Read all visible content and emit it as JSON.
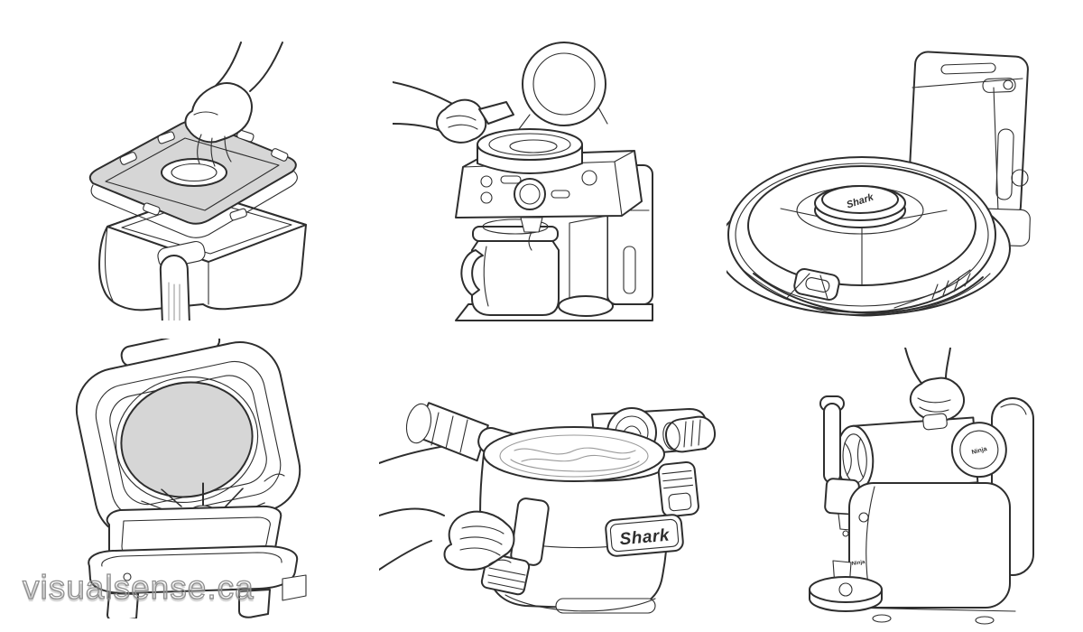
{
  "canvas": {
    "background": "#ffffff",
    "line_color": "#2e2e2e",
    "plate_gray": "#d6d6d6"
  },
  "watermark": {
    "text": "visualsense.ca",
    "color": "#8e8e8e"
  },
  "brand_labels": {
    "robot_lidar": "Shark",
    "wet_vac_badge": "Shark",
    "drink_maker_cap": "Ninja",
    "drink_maker_side": "Ninja"
  },
  "illustrations": [
    {
      "id": "air-fryer",
      "alt": "Hand lifting crisper plate out of air fryer basket"
    },
    {
      "id": "coffee-maker",
      "alt": "Hand adding coffee grounds to open brew basket of coffee maker with carafe"
    },
    {
      "id": "robot-vacuum",
      "alt": "Shark robot vacuum in front of self-empty dock"
    },
    {
      "id": "indoor-grill",
      "alt": "Open indoor grill with round griddle plate and fan heating element"
    },
    {
      "id": "wet-dry-vacuum",
      "alt": "Hands unlatching Shark portable deep cleaner tank with liner"
    },
    {
      "id": "frozen-drink-maker",
      "alt": "Hand loading vessel of Ninja frozen drink maker with drip tray"
    }
  ]
}
